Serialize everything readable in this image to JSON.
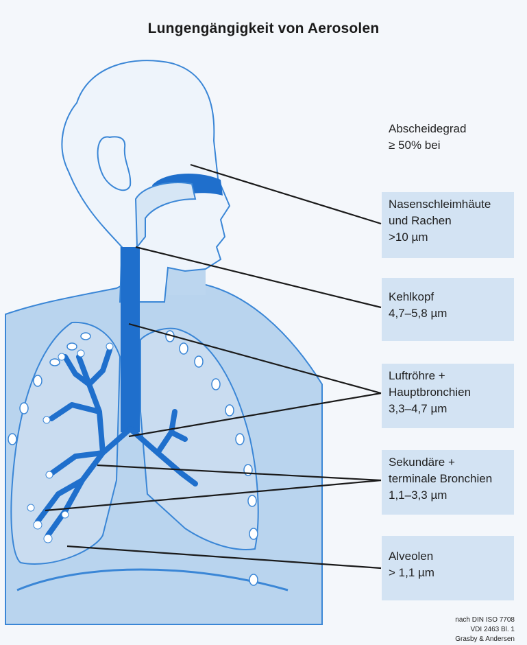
{
  "title": "Lungengängigkeit von Aerosolen",
  "header": {
    "line1": "Abscheidegrad",
    "line2": "≥ 50% bei"
  },
  "labels": [
    {
      "lines": [
        "Nasenschleimhäute",
        "und Rachen",
        ">10 µm"
      ]
    },
    {
      "lines": [
        "Kehlkopf",
        "4,7–5,8 µm"
      ]
    },
    {
      "lines": [
        "Luftröhre +",
        "Hauptbronchien",
        "3,3–4,7 µm"
      ]
    },
    {
      "lines": [
        "Sekundäre +",
        "terminale Bronchien",
        "1,1–3,3 µm"
      ]
    },
    {
      "lines": [
        "Alveolen",
        "> 1,1 µm"
      ]
    }
  ],
  "source": {
    "line1": "nach DIN ISO 7708",
    "line2": "VDI 2463 Bl. 1",
    "line3": "Grasby & Andersen"
  },
  "colors": {
    "body_fill": "#b9d4ee",
    "body_stroke": "#3a86d6",
    "airway": "#1f6fcc",
    "lung_fill": "#c9dcf0",
    "box_fill": "#d3e3f3",
    "leader_line": "#1a1a1a"
  }
}
